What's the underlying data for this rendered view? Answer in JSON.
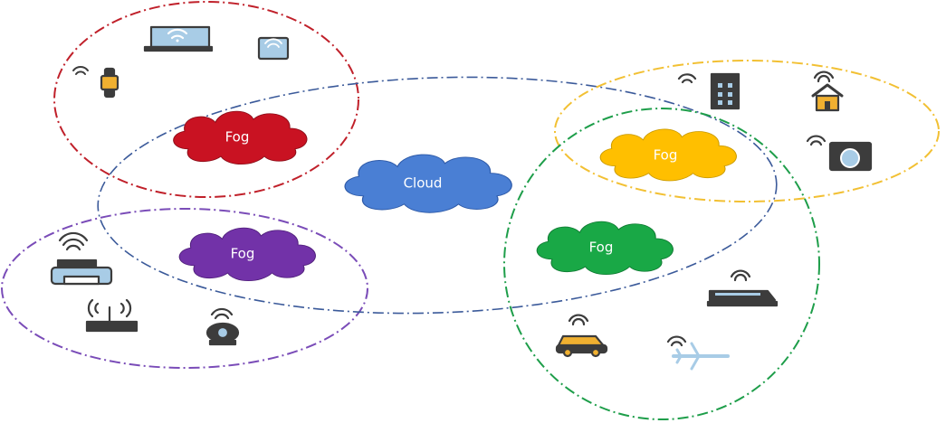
{
  "clouds": {
    "cloud": {
      "label": "Cloud",
      "color": "#4a7fd4"
    },
    "fog_red": {
      "label": "Fog",
      "color": "#c91222"
    },
    "fog_purple": {
      "label": "Fog",
      "color": "#7232a8"
    },
    "fog_yellow": {
      "label": "Fog",
      "color": "#ffbf00"
    },
    "fog_green": {
      "label": "Fog",
      "color": "#19a846"
    }
  },
  "clusters": {
    "red": {
      "color": "#c0202a",
      "devices": [
        "laptop-icon",
        "tablet-icon",
        "smartwatch-icon"
      ]
    },
    "purple": {
      "color": "#7a4cb8",
      "devices": [
        "printer-icon",
        "router-icon",
        "webcam-icon"
      ]
    },
    "blue": {
      "color": "#3b5a9a"
    },
    "yellow": {
      "color": "#f2c033",
      "devices": [
        "office-building-icon",
        "house-icon",
        "washing-machine-icon"
      ]
    },
    "green": {
      "color": "#1e9e4a",
      "devices": [
        "train-icon",
        "car-icon",
        "airplane-icon"
      ]
    }
  },
  "icon_colors": {
    "outline": "#3c3c3c",
    "fill": "#a8cce6",
    "accent": "#f0b030"
  }
}
